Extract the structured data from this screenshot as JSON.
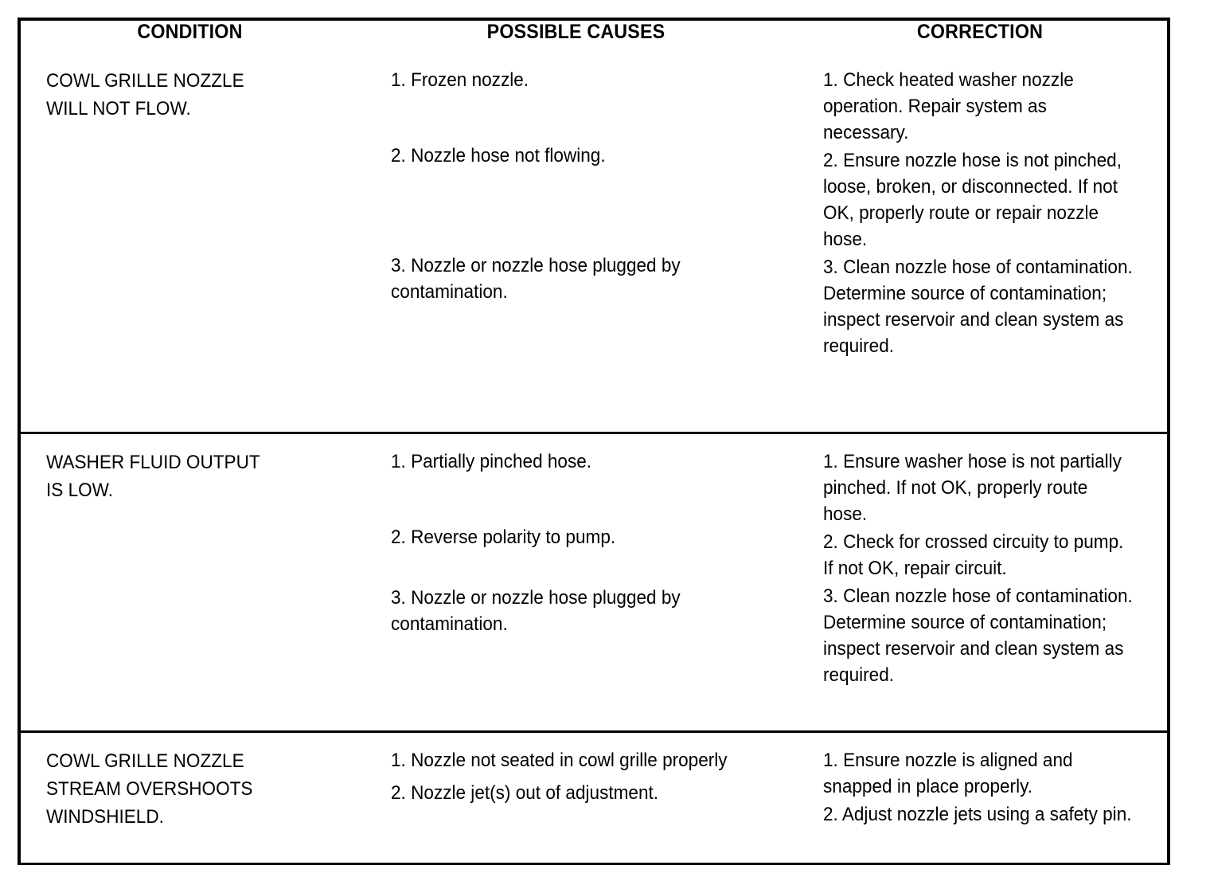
{
  "document": {
    "type": "troubleshooting-table",
    "columns": [
      "CONDITION",
      "POSSIBLE CAUSES",
      "CORRECTION"
    ]
  },
  "table": {
    "headers": {
      "condition": "CONDITION",
      "possible_causes": "POSSIBLE CAUSES",
      "correction": "CORRECTION"
    },
    "rows": [
      {
        "condition": "COWL GRILLE NOZZLE\nWILL NOT FLOW.",
        "causes": [
          "1. Frozen nozzle.",
          "2. Nozzle hose not flowing.",
          "3. Nozzle or nozzle hose plugged by contamination."
        ],
        "corrections": [
          "1. Check heated washer nozzle operation. Repair system as necessary.",
          "2. Ensure nozzle hose is not pinched, loose, broken, or disconnected. If not OK, properly route or repair nozzle hose.",
          "3. Clean nozzle hose of contamination. Determine source of contamination; inspect reservoir and clean system as required."
        ]
      },
      {
        "condition": "WASHER FLUID OUTPUT\nIS LOW.",
        "causes": [
          "1. Partially pinched hose.",
          "2. Reverse polarity to pump.",
          "3. Nozzle or nozzle hose plugged by contamination."
        ],
        "corrections": [
          "1. Ensure washer hose is not partially pinched. If not OK, properly route hose.",
          "2. Check for crossed circuity to pump. If not OK, repair circuit.",
          "3. Clean nozzle hose of contamination. Determine source of contamination; inspect reservoir and clean system as required."
        ]
      },
      {
        "condition": "COWL GRILLE NOZZLE\nSTREAM OVERSHOOTS\nWINDSHIELD.",
        "causes": [
          "1. Nozzle not seated in cowl grille properly",
          "2. Nozzle jet(s) out of adjustment."
        ],
        "corrections": [
          "1. Ensure nozzle is aligned and snapped in place properly.",
          "2. Adjust nozzle jets using a safety pin."
        ]
      }
    ]
  },
  "style": {
    "text_color": "#000000",
    "background_color": "#ffffff",
    "border_color": "#000000"
  }
}
